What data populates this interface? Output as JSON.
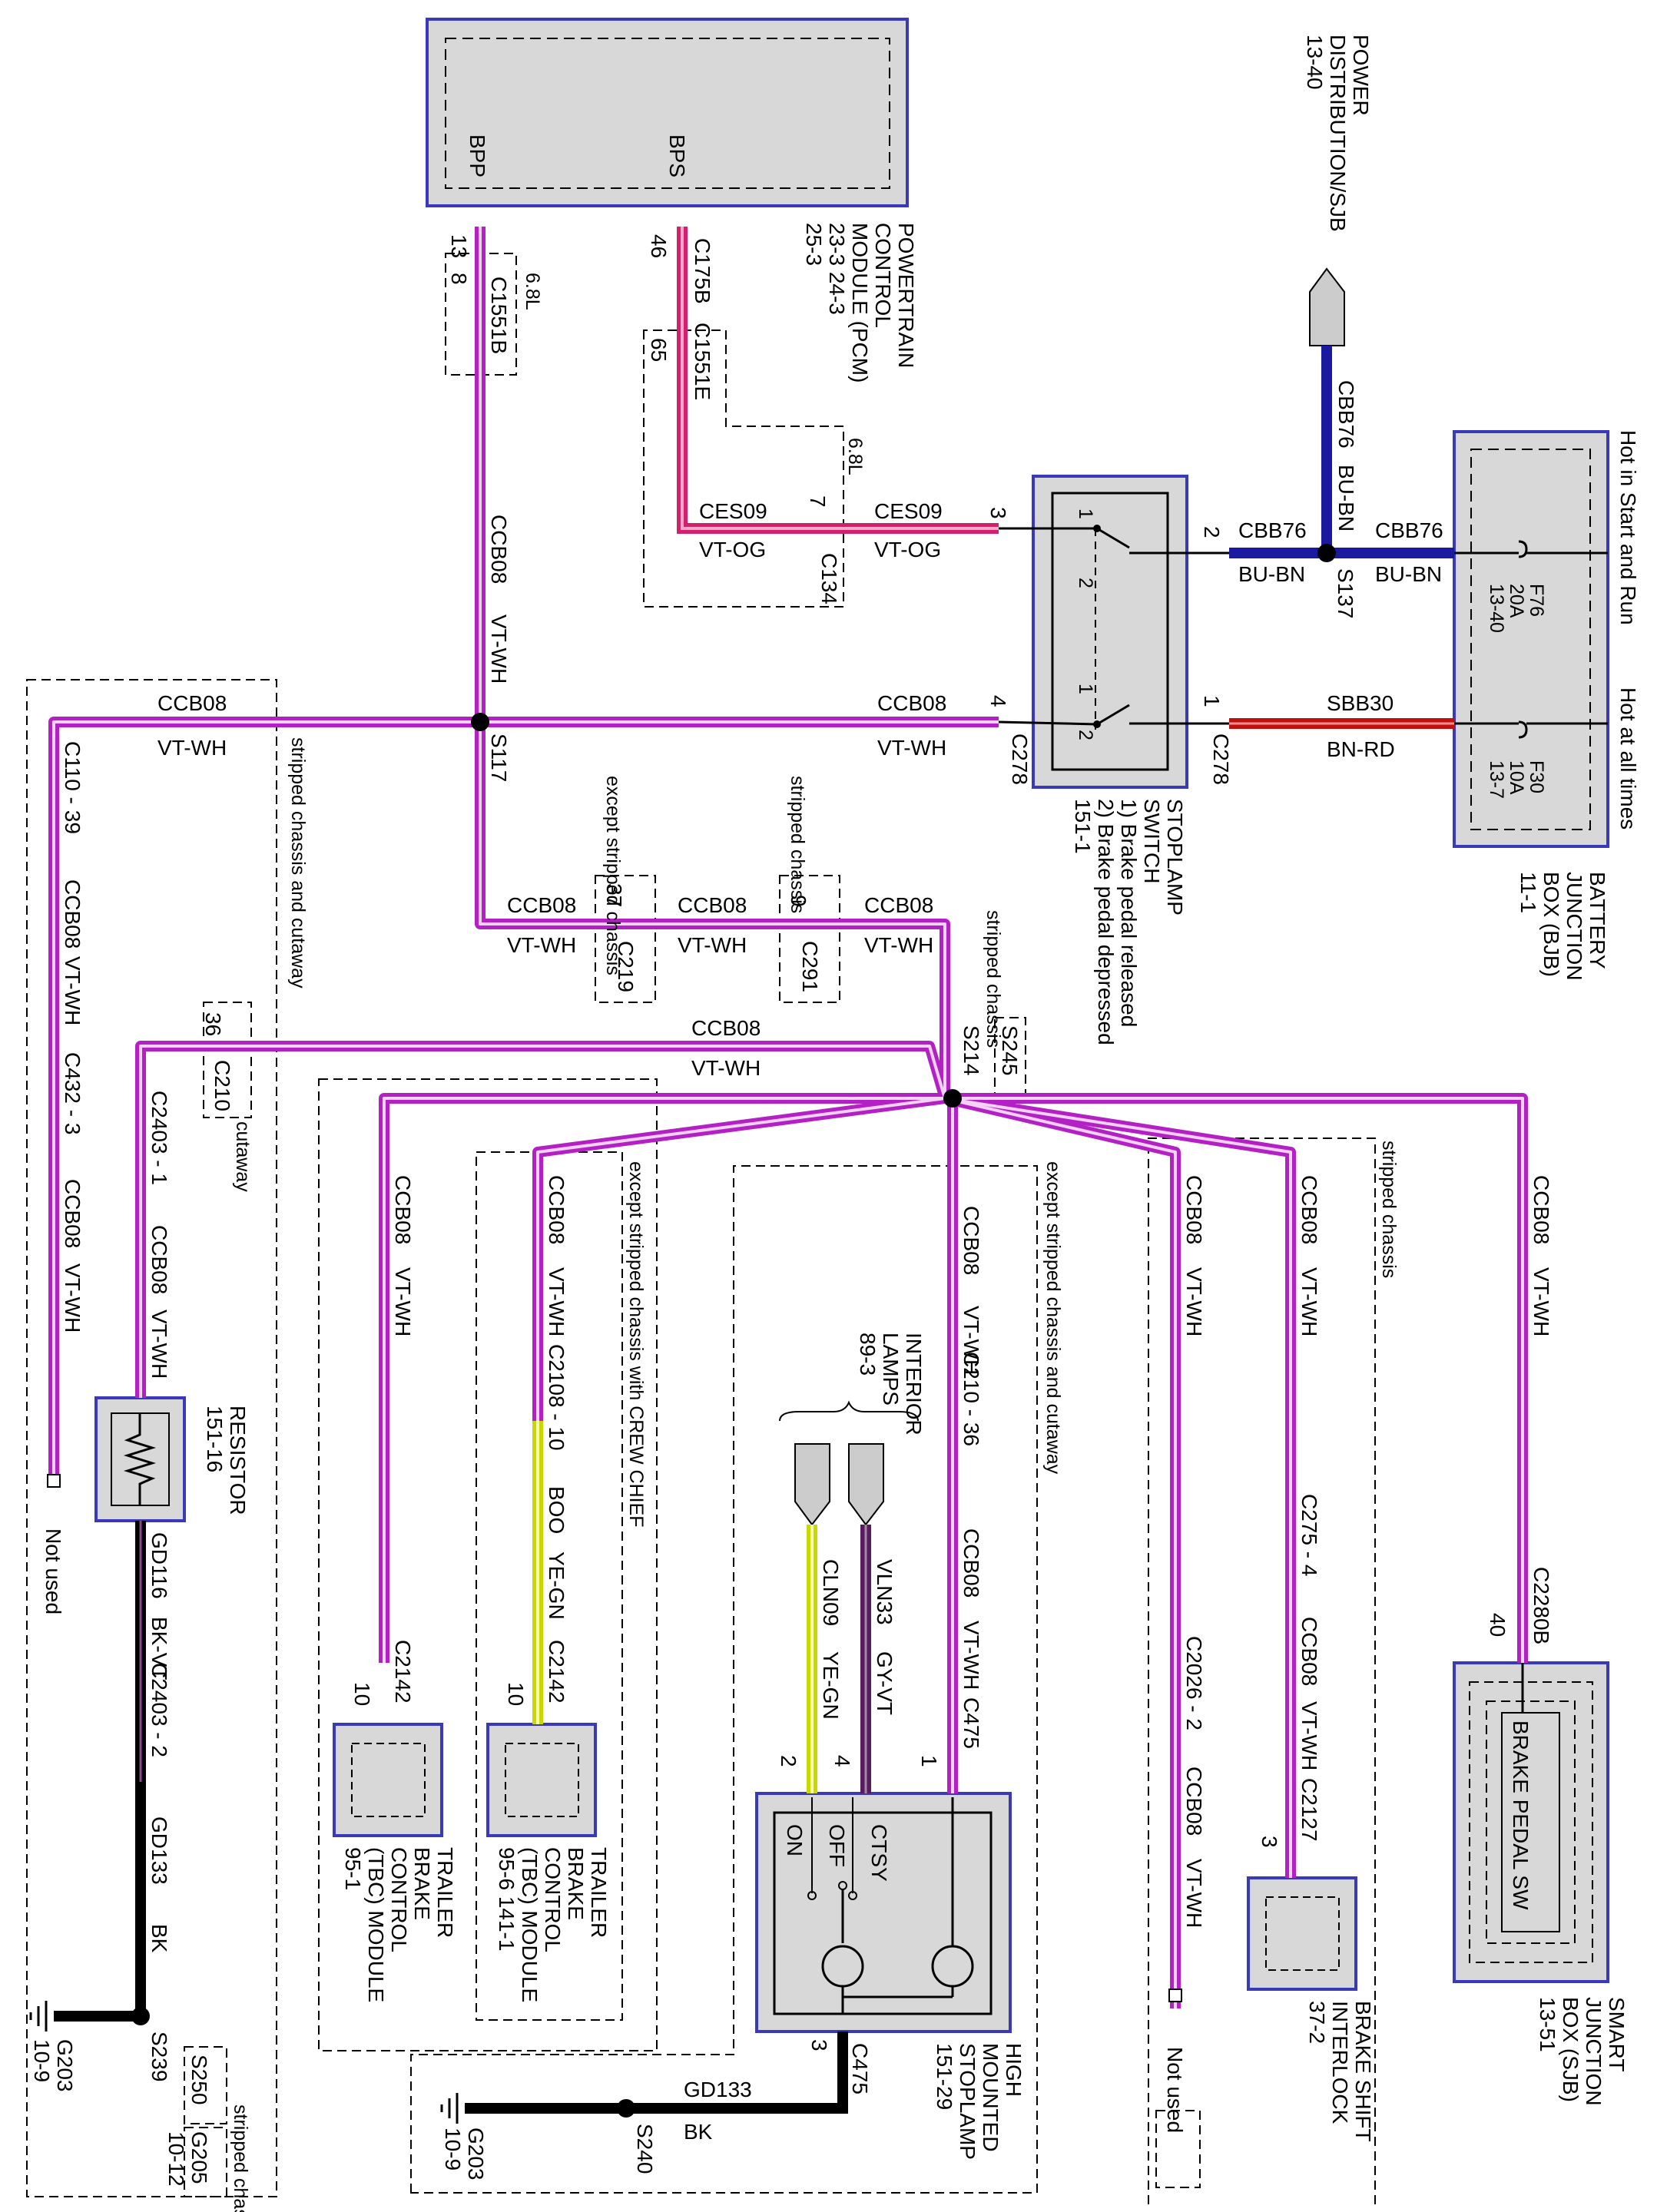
{
  "components": {
    "pcm": {
      "pin_bpp": "BPP",
      "pin_bps": "BPS",
      "title": [
        "POWERTRAIN",
        "CONTROL",
        "MODULE (PCM)",
        "23-3        24-3",
        "25-3"
      ]
    },
    "power_distribution": {
      "title": [
        "POWER",
        "DISTRIBUTION/SJB",
        "13-40"
      ]
    },
    "bjb": {
      "hot_start_run": "Hot in Start and Run",
      "hot_all_times": "Hot at all times",
      "f76": [
        "F76",
        "20A",
        "13-40"
      ],
      "f30": [
        "F30",
        "10A",
        "13-7"
      ],
      "title": [
        "BATTERY",
        "JUNCTION",
        "BOX (BJB)",
        "11-1"
      ]
    },
    "stoplamp_switch": {
      "title": [
        "STOPLAMP",
        "SWITCH",
        "1) Brake pedal released",
        "2) Brake pedal depressed",
        "151-1"
      ],
      "pin_1a": "1",
      "pin_2a": "2",
      "pin_1b": "1",
      "pin_2b": "2"
    },
    "sjb": {
      "inner": "BRAKE PEDAL SW",
      "title": [
        "SMART",
        "JUNCTION",
        "BOX (SJB)",
        "13-51"
      ]
    },
    "brake_shift": {
      "title": [
        "BRAKE SHIFT",
        "INTERLOCK",
        "37-2"
      ]
    },
    "hmsl": {
      "title": [
        "HIGH",
        "MOUNTED",
        "STOPLAMP",
        "151-29"
      ],
      "ctsy": "CTSY",
      "off": "OFF",
      "on": "ON"
    },
    "interior_lamps": {
      "title": [
        "INTERIOR",
        "LAMPS",
        "89-3"
      ]
    },
    "tbc_141": {
      "title": [
        "TRAILER",
        "BRAKE",
        "CONTROL",
        "(TBC) MODULE",
        "95-6        141-1"
      ]
    },
    "tbc_95": {
      "title": [
        "TRAILER",
        "BRAKE",
        "CONTROL",
        "(TBC) MODULE",
        "95-1"
      ]
    },
    "resistor": {
      "title": [
        "RESISTOR",
        "151-16"
      ]
    },
    "not_used_1": "Not used",
    "not_used_2": "Not used"
  },
  "wires": {
    "ccb08": "CCB08",
    "vtwh": "VT-WH",
    "ces09": "CES09",
    "vtog": "VT-OG",
    "cbb76": "CBB76",
    "bubn": "BU-BN",
    "sbb30": "SBB30",
    "bnrd": "BN-RD",
    "boo": "BOO",
    "yegn": "YE-GN",
    "cln09": "CLN09",
    "vln33": "VLN33",
    "gyvt": "GY-VT",
    "gd116": "GD116",
    "bkvt": "BK-VT",
    "gd133": "GD133",
    "bk": "BK"
  },
  "connectors": {
    "c175b": "C175B",
    "c1551e": "C1551E",
    "c1551b": "C1551B",
    "c134": "C134",
    "c278": "C278",
    "c219": "C219",
    "c291": "C291",
    "c210": "C210",
    "c2403": "C2403",
    "c2403_1": "C2403 - 1",
    "c2403_2": "C2403 - 2",
    "c110_39": "C110 - 39",
    "c432_3": "C432 - 3",
    "c2108_10": "C2108 - 10",
    "c2142": "C2142",
    "c210_36": "C210 - 36",
    "c475": "C475",
    "c2026_2": "C2026 - 2",
    "c275_4": "C275 - 4",
    "c2127": "C2127",
    "c2280b": "C2280B"
  },
  "splices": {
    "s117": "S117",
    "s137": "S137",
    "s214": "S214",
    "s245": "S245",
    "s239": "S239",
    "s250": "S250",
    "s240": "S240"
  },
  "grounds": {
    "g203a": [
      "G203",
      "10-9"
    ],
    "g205": [
      "G205",
      "10-12"
    ],
    "g203b": [
      "G203",
      "10-9"
    ]
  },
  "pins": {
    "p13": "13",
    "p8": "8",
    "p46": "46",
    "p65": "65",
    "p7": "7",
    "p3": "3",
    "p2": "2",
    "p1": "1",
    "p4": "4",
    "p37": "37",
    "p9": "9",
    "p36": "36",
    "p10": "10",
    "p40": "40",
    "p2b": "2",
    "p4b": "4",
    "p1b": "1",
    "p3b": "3"
  },
  "notes": {
    "l68": "6.8L",
    "stripped_chassis": "stripped chassis",
    "except_stripped_chassis": "except stripped chassis",
    "stripped_cutaway": "stripped chassis and cutaway",
    "cutaway": "cutaway",
    "except_stripped_crew": "except stripped chassis with CREW CHIEF",
    "except_stripped_cutaway": "except stripped chassis and cutaway",
    "stripped_paren": "stripped chassis"
  },
  "colors": {
    "violet": "#b321c4",
    "violet_light": "#f0c8f4",
    "blue": "#1a1aa0",
    "red": "#c01010",
    "green": "#c8d800",
    "black": "#000000",
    "box_fill": "#d8d8d8",
    "box_border": "#3a3ab8",
    "gray": "#cccccc"
  }
}
